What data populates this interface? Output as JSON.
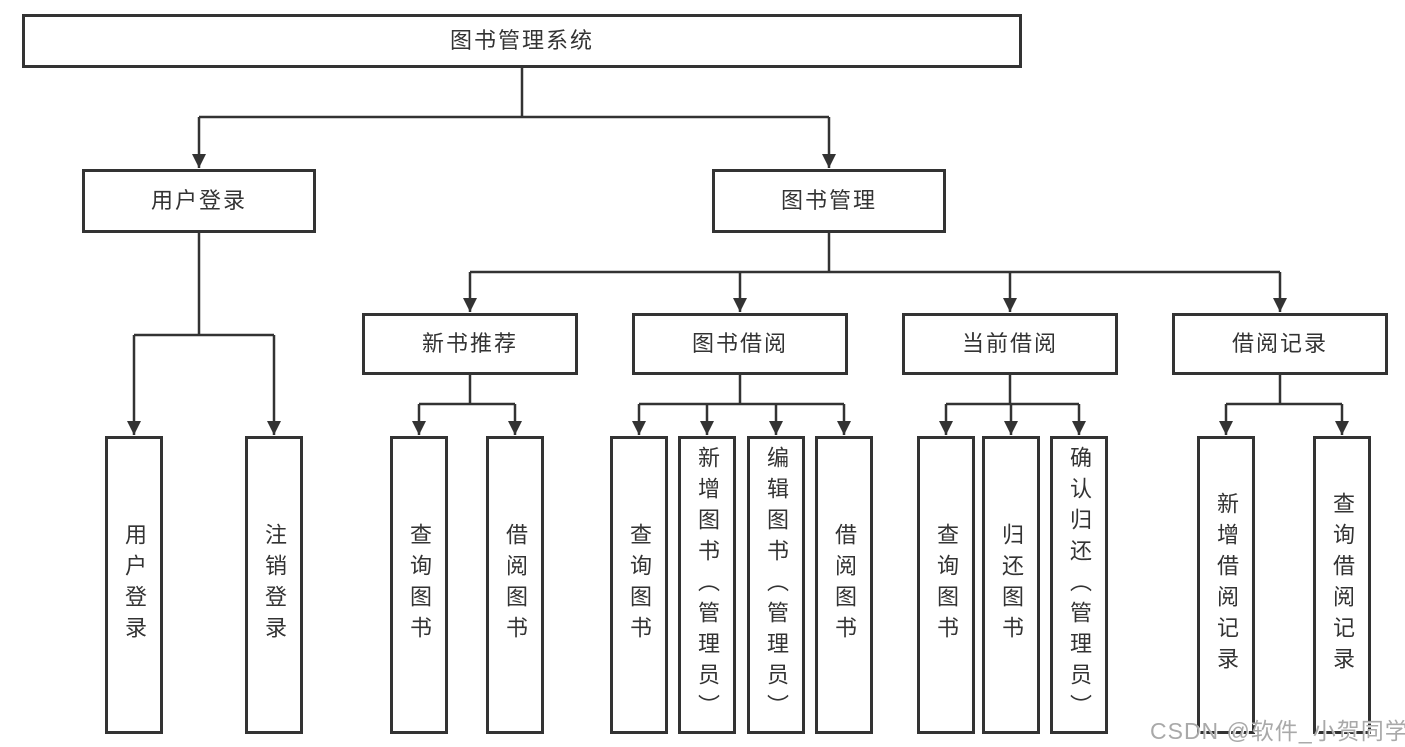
{
  "diagram": {
    "root": {
      "label": "图书管理系统"
    },
    "branches": [
      {
        "label": "用户登录",
        "children": [
          {
            "label": "用户登录"
          },
          {
            "label": "注销登录"
          }
        ]
      },
      {
        "label": "图书管理",
        "children": [
          {
            "label": "新书推荐",
            "children": [
              {
                "label": "查询图书"
              },
              {
                "label": "借阅图书"
              }
            ]
          },
          {
            "label": "图书借阅",
            "children": [
              {
                "label": "查询图书"
              },
              {
                "label": "新增图书（管理员）"
              },
              {
                "label": "编辑图书（管理员）"
              },
              {
                "label": "借阅图书"
              }
            ]
          },
          {
            "label": "当前借阅",
            "children": [
              {
                "label": "查询图书"
              },
              {
                "label": "归还图书"
              },
              {
                "label": "确认归还（管理员）"
              }
            ]
          },
          {
            "label": "借阅记录",
            "children": [
              {
                "label": "新增借阅记录"
              },
              {
                "label": "查询借阅记录"
              }
            ]
          }
        ]
      }
    ]
  },
  "watermark": {
    "text": "CSDN @软件_小贺同学"
  },
  "colors": {
    "line": "#333333",
    "box_border": "#333333",
    "box_fill": "#ffffff",
    "text": "#333333",
    "watermark": "#a9a9a9"
  }
}
